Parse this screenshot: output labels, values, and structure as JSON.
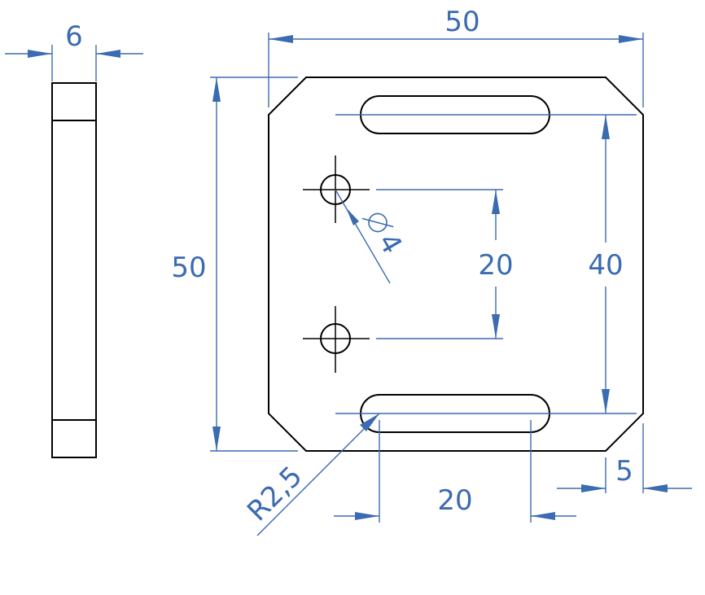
{
  "colors": {
    "outline": "#000000",
    "dimension": "#3b6bb0",
    "background": "#ffffff"
  },
  "dimensions": {
    "thickness": "6",
    "width": "50",
    "height": "50",
    "hole_diameter": "4",
    "hole_spacing": "20",
    "slot_spacing": "40",
    "slot_length": "20",
    "slot_radius": "R2,5",
    "chamfer": "5"
  }
}
